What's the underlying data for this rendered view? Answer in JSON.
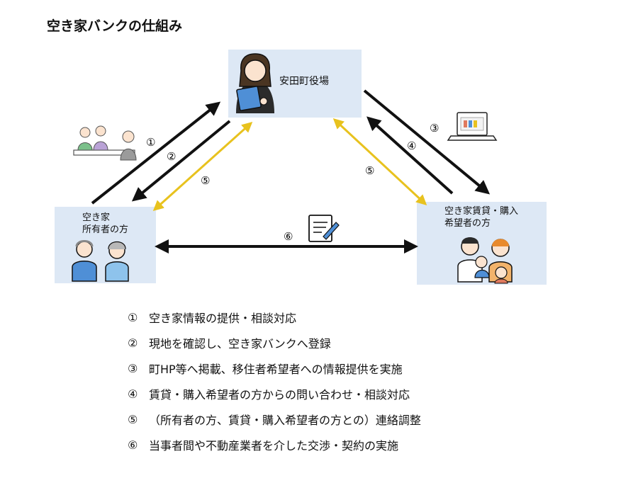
{
  "title": "空き家バンクの仕組み",
  "nodes": {
    "town_office": "安田町役場",
    "owners_line1": "空き家",
    "owners_line2": "所有者の方",
    "seekers_line1": "空き家賃貸・購入",
    "seekers_line2": "希望者の方"
  },
  "arrow_labels": {
    "a1": "①",
    "a2": "②",
    "a3": "③",
    "a4": "④",
    "a5_left": "⑤",
    "a5_right": "⑤",
    "a6": "⑥"
  },
  "colors": {
    "box_fill": "#dde8f5",
    "black_arrow": "#111111",
    "yellow_arrow": "#e8c21e"
  },
  "legend": [
    {
      "num": "①",
      "text": "空き家情報の提供・相談対応"
    },
    {
      "num": "②",
      "text": "現地を確認し、空き家バンクへ登録"
    },
    {
      "num": "③",
      "text": "町HP等へ掲載、移住者希望者への情報提供を実施"
    },
    {
      "num": "④",
      "text": "賃貸・購入希望者の方からの問い合わせ・相談対応"
    },
    {
      "num": "⑤",
      "text": "（所有者の方、賃貸・購入希望者の方との）連絡調整"
    },
    {
      "num": "⑥",
      "text": "当事者間や不動産業者を介した交渉・契約の実施"
    }
  ]
}
